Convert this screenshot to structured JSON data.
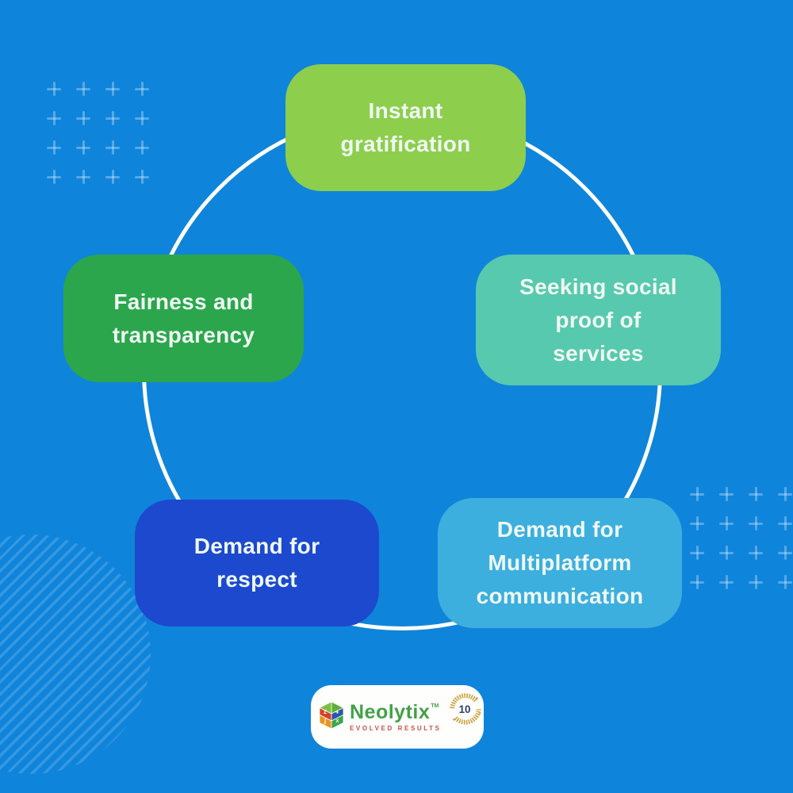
{
  "page": {
    "background": "#0F84DB"
  },
  "diagram": {
    "type": "cycle",
    "ring_color": "#FBFEF9",
    "nodes": [
      {
        "id": "instant-gratification",
        "label": "Instant gratification",
        "lines": [
          "Instant",
          "gratification"
        ],
        "color": "#8DCE4D"
      },
      {
        "id": "seeking-social-proof",
        "label": "Seeking social proof of services",
        "lines": [
          "Seeking social",
          "proof of",
          "services"
        ],
        "color": "#57C9AE"
      },
      {
        "id": "fairness-transparency",
        "label": "Fairness and transparency",
        "lines": [
          "Fairness and",
          "transparency"
        ],
        "color": "#2BA64D"
      },
      {
        "id": "demand-respect",
        "label": "Demand for respect",
        "lines": [
          "Demand for",
          "respect"
        ],
        "color": "#1C49CE"
      },
      {
        "id": "demand-multiplatform",
        "label": "Demand for Multiplatform communication",
        "lines": [
          "Demand for",
          "Multiplatform",
          "communication"
        ],
        "color": "#3CAFDF"
      }
    ],
    "text_color": "#EFF8F2"
  },
  "logo": {
    "brand": "Neolytix",
    "trademark": "TM",
    "tagline": "EVOLVED RESULTS",
    "badge_number": "10",
    "brand_color": "#42A146",
    "tagline_color": "#C4544B",
    "badge_gold": "#C9A23C",
    "badge_navy": "#2B3F6E"
  },
  "decor": {
    "plus_color": "rgba(255,255,255,0.30)",
    "stripe_color": "rgba(255,255,255,0.16)",
    "plus_rows": 4,
    "plus_cols": 4
  }
}
